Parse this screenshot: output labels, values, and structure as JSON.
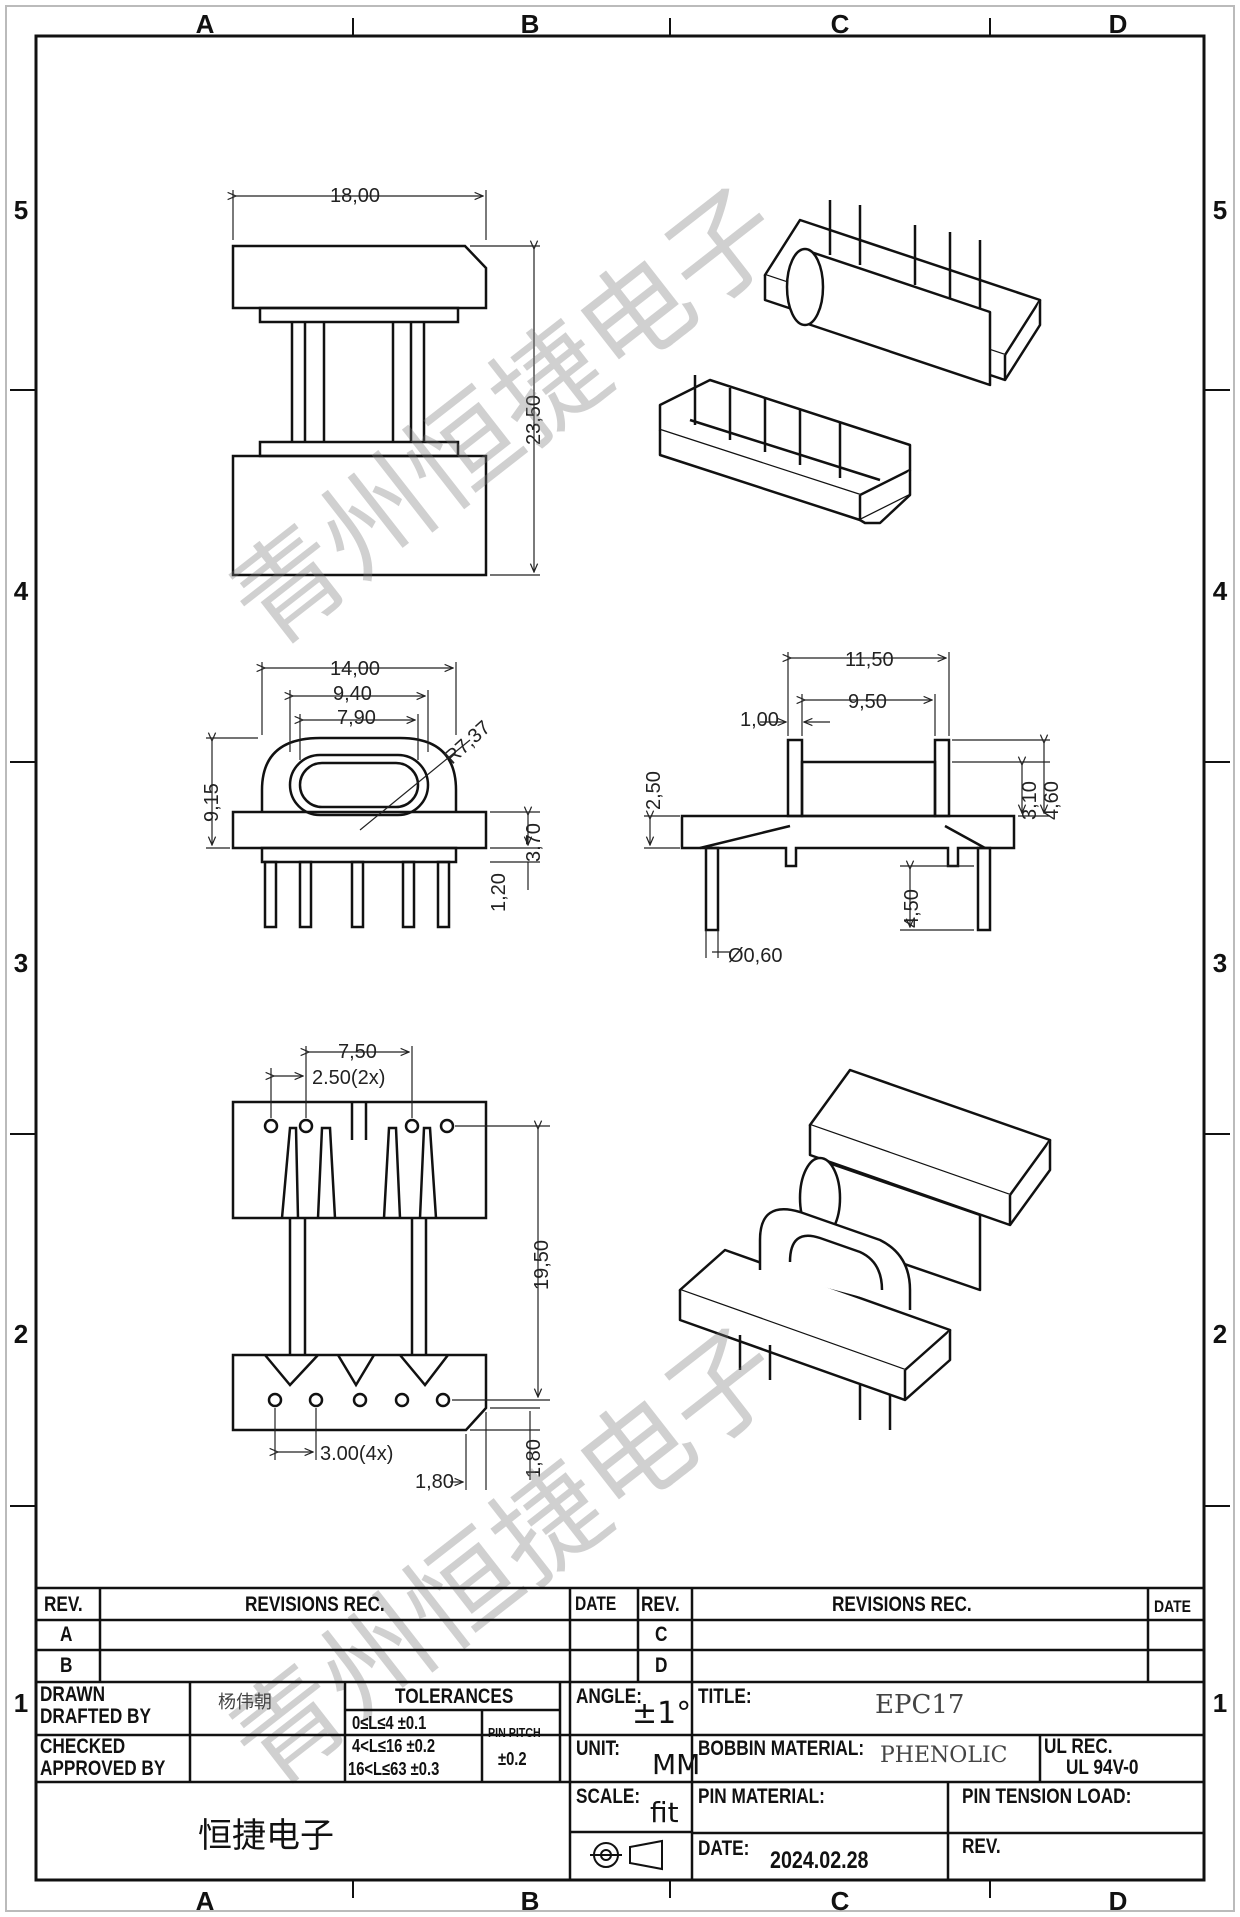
{
  "grid": {
    "cols": [
      "A",
      "B",
      "C",
      "D"
    ],
    "rows": [
      "5",
      "4",
      "3",
      "2",
      "1"
    ]
  },
  "watermark": "青州恒捷电子",
  "dimensions": {
    "top_width": "18,00",
    "top_height": "23,50",
    "front_width": "14,00",
    "front_inner1": "9,40",
    "front_inner2": "7,90",
    "front_radius": "R7,37",
    "front_height": "9,15",
    "front_flange": "3,70",
    "front_pin": "1,20",
    "side_width": "11,50",
    "side_inner": "9,50",
    "side_wall": "1,00",
    "side_left_h": "2,50",
    "side_h1": "3,10",
    "side_h2": "4,60",
    "side_pin_len": "4,50",
    "side_pin_dia": "Ø0,60",
    "bottom_pitch_outer": "7,50",
    "bottom_pitch_top": "2.50(2x)",
    "bottom_length": "19,50",
    "bottom_pitch_bot": "3.00(4x)",
    "bottom_small_h": "1,80",
    "bottom_small_w": "1,80"
  },
  "title_block": {
    "rev": "REV.",
    "revisions_rec": "REVISIONS REC.",
    "date": "DATE",
    "rev_a": "A",
    "rev_b": "B",
    "rev_c": "C",
    "rev_d": "D",
    "drawn": "DRAWN",
    "drafted_by": "DRAFTED  BY",
    "drafter_name": "杨伟朝",
    "checked": "CHECKED",
    "approved_by": "APPROVED BY",
    "tolerances": "TOLERANCES",
    "tol1": "0≤L≤4   ±0.1",
    "tol2": "4<L≤16  ±0.2",
    "tol3": "16<L≤63  ±0.3",
    "pin_pitch": "PIN PITCH",
    "pin_pitch_tol": "±0.2",
    "angle_label": "ANGLE:",
    "angle_value": "±1°",
    "unit_label": "UNIT:",
    "unit_value": "MM",
    "scale_label": "SCALE:",
    "scale_value": "fit",
    "title_label": "TITLE:",
    "title_value": "EPC17",
    "bobbin_material_label": "BOBBIN MATERIAL:",
    "bobbin_material_value": "PHENOLIC",
    "ul_rec_label": "UL REC.",
    "ul_rec_value": "UL 94V-0",
    "pin_material_label": "PIN MATERIAL:",
    "pin_tension_label": "PIN TENSION LOAD:",
    "date_label": "DATE:",
    "date_value": "2024.02.28",
    "rev_label": "REV.",
    "company": "恒捷电子"
  }
}
